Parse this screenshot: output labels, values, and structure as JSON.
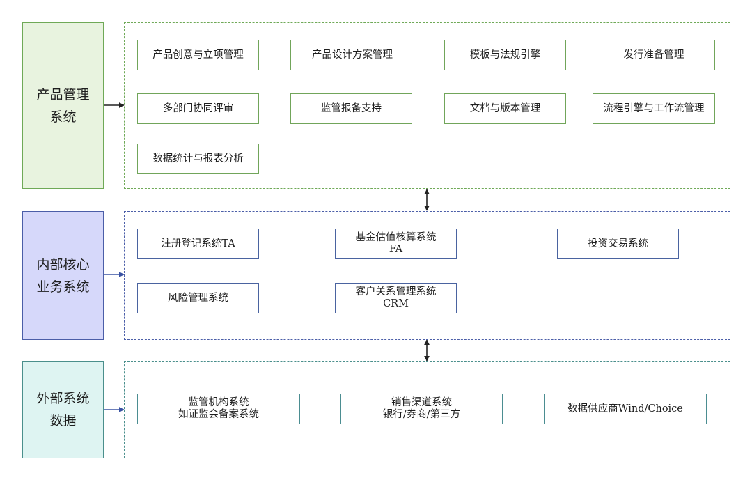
{
  "colors": {
    "product_fill": "#e8f3df",
    "product_border": "#6fa957",
    "core_fill": "#d6d8fa",
    "core_border": "#4b5ea8",
    "external_fill": "#def4f2",
    "external_border": "#4a8f8c",
    "arrow_dark": "#222222",
    "arrow_blue": "#3a53a3"
  },
  "product": {
    "label": "产品管理\n系统",
    "items": [
      "产品创意与立项管理",
      "产品设计方案管理",
      "模板与法规引擎",
      "发行准备管理",
      "多部门协同评审",
      "监管报备支持",
      "文档与版本管理",
      "流程引擎与工作流管理",
      "数据统计与报表分析"
    ]
  },
  "core": {
    "label": "内部核心\n业务系统",
    "items": [
      "注册登记系统TA",
      "基金估值核算系统\nFA",
      "投资交易系统",
      "风险管理系统",
      "客户关系管理系统\nCRM"
    ]
  },
  "external": {
    "label": "外部系统\n数据",
    "items": [
      "监管机构系统\n如证监会备案系统",
      "销售渠道系统\n银行/券商/第三方",
      "数据供应商Wind/Choice"
    ]
  }
}
